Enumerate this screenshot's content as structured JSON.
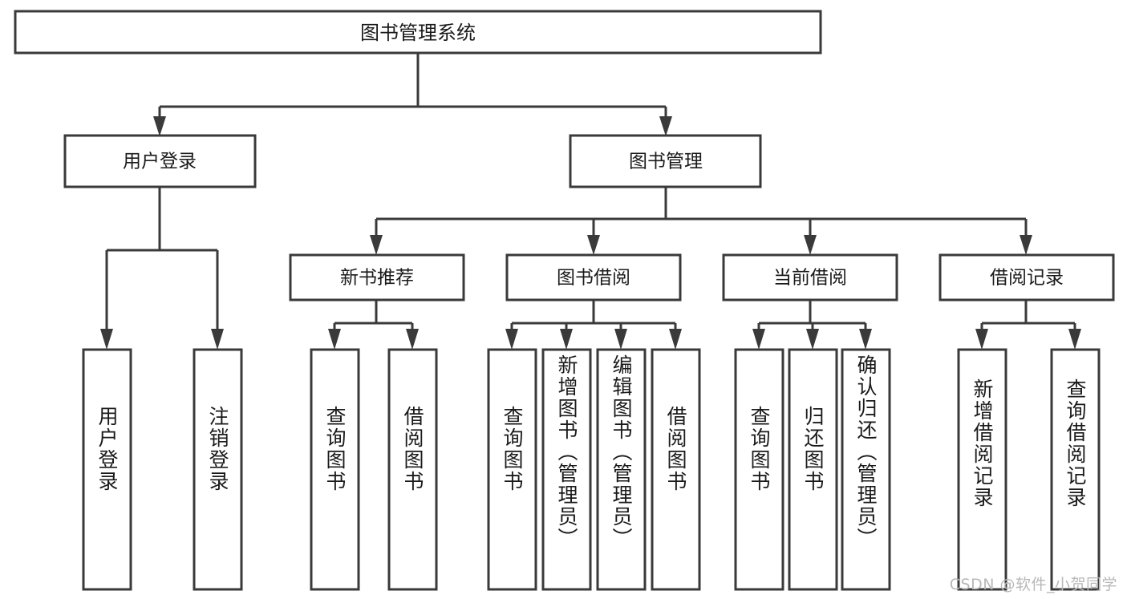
{
  "diagram": {
    "type": "tree",
    "title": "图书管理系统",
    "watermark": "CSDN @软件_小贺同学",
    "colors": {
      "stroke": "#3a3a3a",
      "fill": "#ffffff",
      "text": "#1a1a1a",
      "watermark": "#b8b8b8"
    },
    "root": {
      "label": "图书管理系统"
    },
    "level2": [
      {
        "label": "用户登录"
      },
      {
        "label": "图书管理"
      }
    ],
    "level3": [
      {
        "label": "新书推荐"
      },
      {
        "label": "图书借阅"
      },
      {
        "label": "当前借阅"
      },
      {
        "label": "借阅记录"
      }
    ],
    "leaves": {
      "user_login": [
        {
          "label": "用户登录"
        },
        {
          "label": "注销登录"
        }
      ],
      "new_book": [
        {
          "label": "查询图书"
        },
        {
          "label": "借阅图书"
        }
      ],
      "book_borrow": [
        {
          "label": "查询图书"
        },
        {
          "label": "新增图书（管理员）"
        },
        {
          "label": "编辑图书（管理员）"
        },
        {
          "label": "借阅图书"
        }
      ],
      "current_borrow": [
        {
          "label": "查询图书"
        },
        {
          "label": "归还图书"
        },
        {
          "label": "确认归还（管理员）"
        }
      ],
      "borrow_record": [
        {
          "label": "新增借阅记录"
        },
        {
          "label": "查询借阅记录"
        }
      ]
    }
  }
}
